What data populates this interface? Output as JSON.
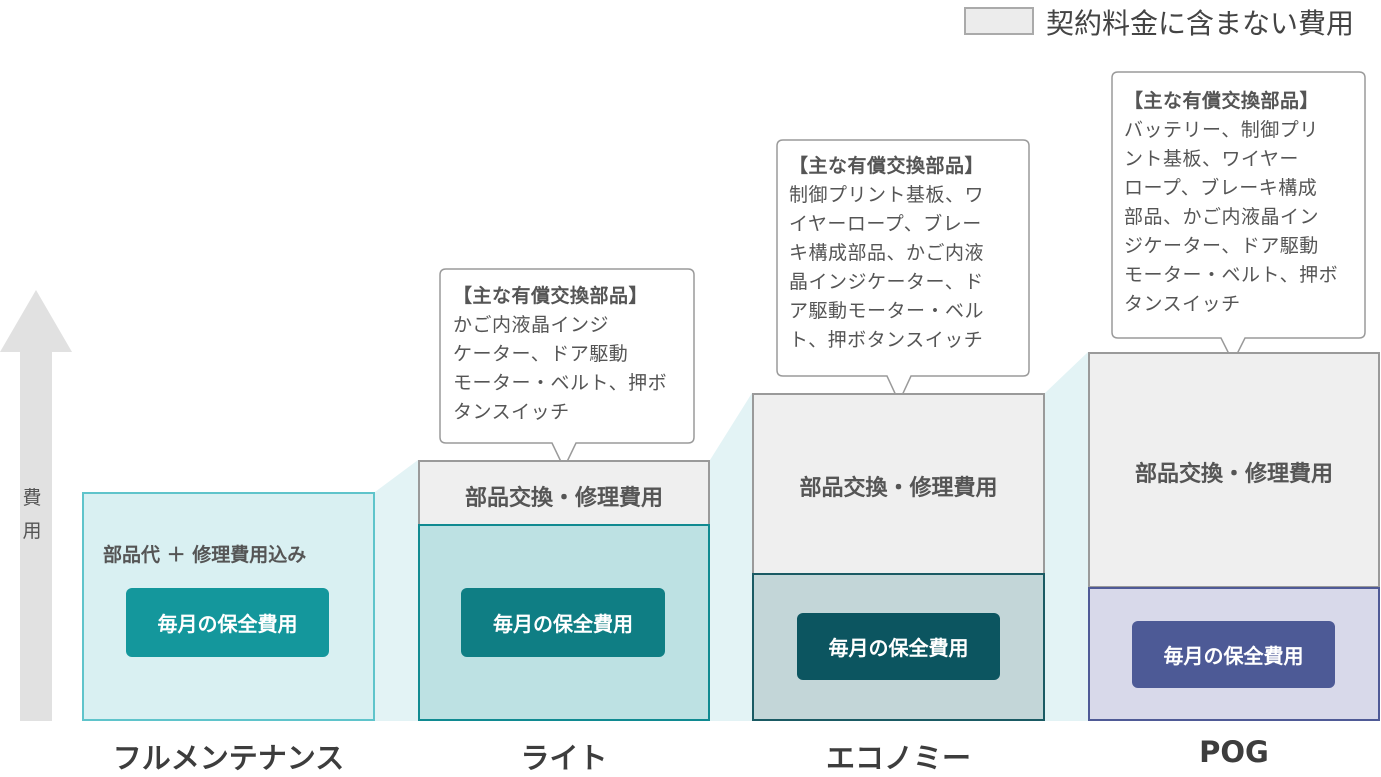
{
  "legend": {
    "label": "契約料金に含まない費用"
  },
  "axis": {
    "label_chars": [
      "費",
      "用"
    ]
  },
  "plans": [
    {
      "name": "フルメンテナンス",
      "included": "部品代 ＋ 修理費用込み",
      "monthly": "毎月の保全費用"
    },
    {
      "name": "ライト",
      "fee": "部品交換・修理費用",
      "monthly": "毎月の保全費用",
      "note": {
        "heading": "【主な有償交換部品】",
        "lines": [
          "かご内液晶インジ",
          "ケーター、ドア駆動",
          "モーター・ベルト、押ボ",
          "タンスイッチ"
        ]
      }
    },
    {
      "name": "エコノミー",
      "fee": "部品交換・修理費用",
      "monthly": "毎月の保全費用",
      "note": {
        "heading": "【主な有償交換部品】",
        "lines": [
          "制御プリント基板、ワ",
          "イヤーロープ、ブレー",
          "キ構成部品、かご内液",
          "晶インジケーター、ド",
          "ア駆動モーター・ベル",
          "ト、押ボタンスイッチ"
        ]
      }
    },
    {
      "name": "POG",
      "fee": "部品交換・修理費用",
      "monthly": "毎月の保全費用",
      "note": {
        "heading": "【主な有償交換部品】",
        "lines": [
          "バッテリー、制御プリ",
          "ント基板、ワイヤー",
          "ロープ、ブレーキ構成",
          "部品、かご内液晶イン",
          "ジケーター、ドア駆動",
          "モーター・ベルト、押ボ",
          "タンスイッチ"
        ]
      }
    }
  ],
  "colors": {
    "fm_fill": "#d9f0f2",
    "fm_border": "#5fc4cb",
    "fm_pill": "#14979c",
    "lite_fill": "#bde1e3",
    "lite_pill": "#0f7e84",
    "eco_fill": "#c3d6d8",
    "eco_pill": "#0c5560",
    "pog_fill": "#d8d9ea",
    "pog_pill": "#4d5a96",
    "excluded_fill": "#efefef",
    "excluded_border": "#9a9a9a"
  }
}
